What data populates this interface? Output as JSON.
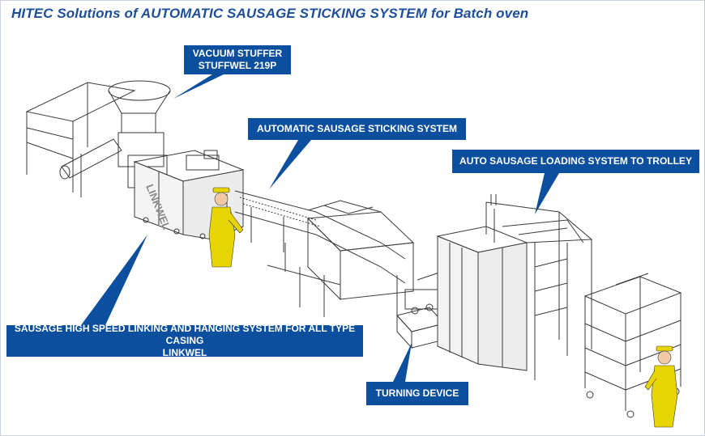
{
  "title": "HITEC Solutions of AUTOMATIC SAUSAGE STICKING SYSTEM for Batch oven",
  "callouts": {
    "vacuum_stuffer": {
      "line1": "VACUUM STUFFER",
      "line2": "STUFFWEL 219P"
    },
    "sticking_system": {
      "line1": "AUTOMATIC SAUSAGE STICKING SYSTEM"
    },
    "loading_system": {
      "line1": "AUTO SAUSAGE LOADING SYSTEM TO TROLLEY"
    },
    "linking_system": {
      "line1": "SAUSAGE HIGH SPEED LINKING AND HANGING SYSTEM FOR ALL TYPE CASING",
      "line2": "LINKWEL"
    },
    "turning_device": {
      "line1": "TURNING DEVICE"
    }
  },
  "machine_label": "LINKWEL",
  "colors": {
    "callout_bg": "#0d4f9f",
    "title_text": "#1d4f9c",
    "line_art": "#3a3a3a",
    "worker_suit": "#e8d400"
  }
}
